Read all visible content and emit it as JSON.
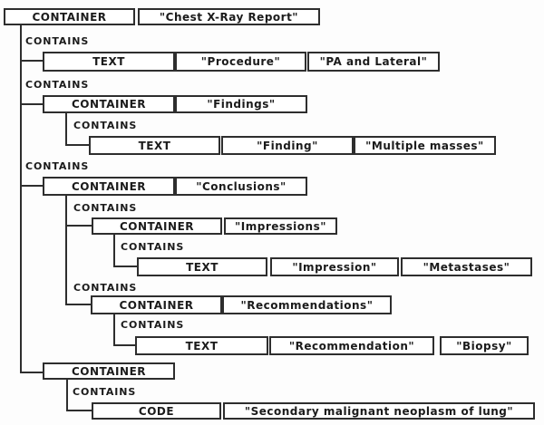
{
  "labels": {
    "contains": "CONTAINS"
  },
  "nodes": {
    "report": {
      "type": "CONTAINER",
      "value": "\"Chest X-Ray Report\""
    },
    "procedure": {
      "type": "TEXT",
      "name": "\"Procedure\"",
      "value": "\"PA and Lateral\""
    },
    "findings": {
      "type": "CONTAINER",
      "value": "\"Findings\""
    },
    "finding": {
      "type": "TEXT",
      "name": "\"Finding\"",
      "value": "\"Multiple masses\""
    },
    "conclusions": {
      "type": "CONTAINER",
      "value": "\"Conclusions\""
    },
    "impressions": {
      "type": "CONTAINER",
      "value": "\"Impressions\""
    },
    "impression": {
      "type": "TEXT",
      "name": "\"Impression\"",
      "value": "\"Metastases\""
    },
    "recommendations": {
      "type": "CONTAINER",
      "value": "\"Recommendations\""
    },
    "recommendation": {
      "type": "TEXT",
      "name": "\"Recommendation\"",
      "value": "\"Biopsy\""
    },
    "coded_container": {
      "type": "CONTAINER"
    },
    "code": {
      "type": "CODE",
      "value": "\"Secondary malignant neoplasm of lung\""
    }
  },
  "colors": {
    "line": "#2e2e2e",
    "text": "#1b1b1b",
    "background": "#ffffff"
  }
}
